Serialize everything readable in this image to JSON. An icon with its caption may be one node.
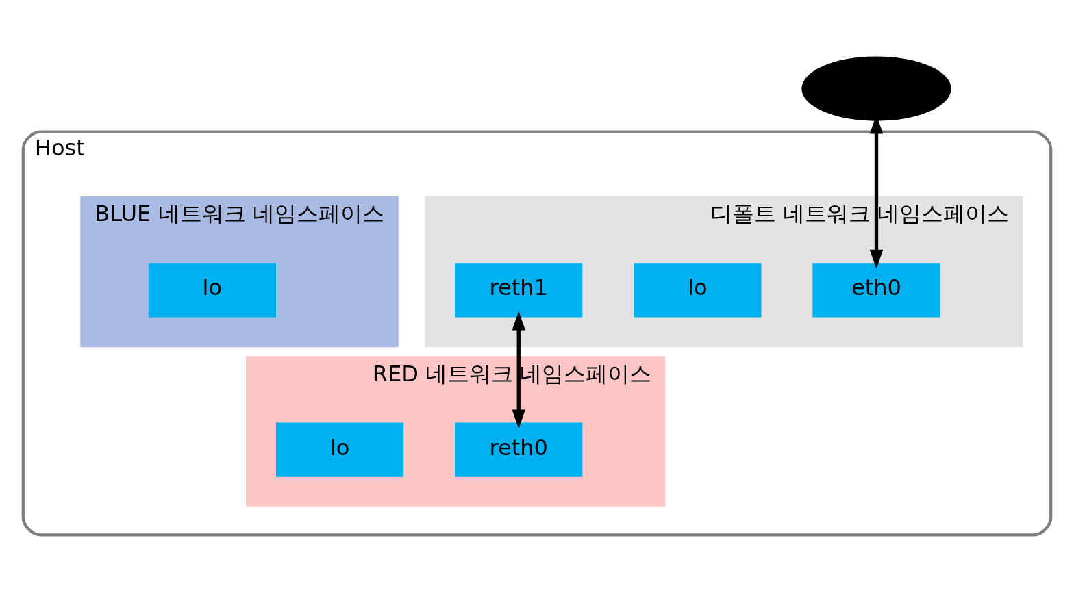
{
  "diagram": {
    "nodes": [
      {
        "text": [
          "Host"
        ]
      },
      {
        "text": [],
        "shape": "cloud"
      },
      {
        "text": [
          "디폴트 네트워크 네임스페이스"
        ],
        "in": 0
      },
      {
        "text": [
          "eth0"
        ],
        "in": 2
      },
      {
        "text": [
          "lo"
        ],
        "in": 2
      },
      {
        "text": [
          "reth1"
        ],
        "in": 2
      },
      {
        "text": [
          "RED 네트워크 네임스페이스"
        ],
        "in": 0
      },
      {
        "text": [
          "reth0"
        ],
        "in": 6
      },
      {
        "text": [
          "lo"
        ],
        "in": 6
      },
      {
        "text": [
          "BLUE 네트워크 네임스페이스"
        ],
        "in": 0
      },
      {
        "text": [
          "lo"
        ],
        "in": 9
      }
    ],
    "edges": [
      {
        "from": 3,
        "to": 1,
        "arrow": "both"
      },
      {
        "from": 5,
        "to": 7,
        "arrow": "both"
      }
    ]
  }
}
